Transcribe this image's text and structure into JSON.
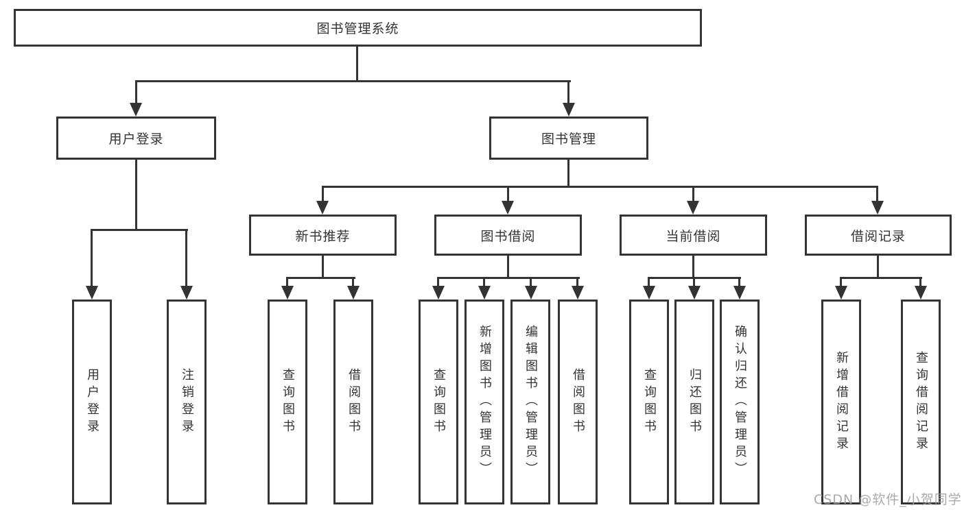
{
  "colors": {
    "line": "#333333",
    "text": "#333333",
    "box_bg": "#ffffff",
    "page_bg": "#ffffff",
    "watermark": "#9e9e9e"
  },
  "diagram": {
    "root": {
      "label": "图书管理系统"
    },
    "branches": {
      "user_login": {
        "label": "用户登录",
        "leaves": [
          "用户登录",
          "注销登录"
        ]
      },
      "book_management": {
        "label": "图书管理",
        "groups": {
          "new_book_recommend": {
            "label": "新书推荐",
            "leaves": [
              "查询图书",
              "借阅图书"
            ]
          },
          "book_borrow": {
            "label": "图书借阅",
            "leaves": [
              "查询图书",
              "新增图书（管理员）",
              "编辑图书（管理员）",
              "借阅图书"
            ]
          },
          "current_borrow": {
            "label": "当前借阅",
            "leaves": [
              "查询图书",
              "归还图书",
              "确认归还（管理员）"
            ]
          },
          "borrow_record": {
            "label": "借阅记录",
            "leaves": [
              "新增借阅记录",
              "查询借阅记录"
            ]
          }
        }
      }
    }
  },
  "watermark": {
    "text": "CSDN @软件_小贺同学"
  }
}
